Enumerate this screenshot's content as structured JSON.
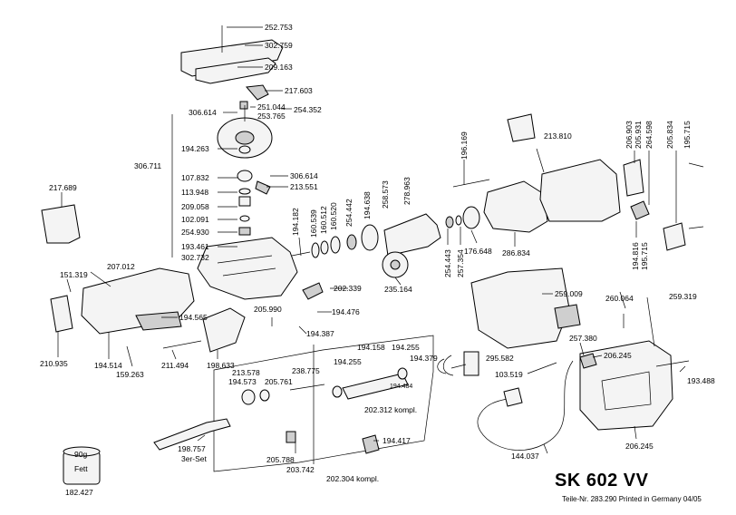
{
  "title": "SK 602 VV",
  "footer": "Teile-Nr. 283.290 Printed in Germany 04/05",
  "grease": {
    "weight": "90g",
    "name": "Fett",
    "number": "182.427"
  },
  "labels": [
    {
      "id": "p252753",
      "text": "252.753"
    },
    {
      "id": "p302759",
      "text": "302.759"
    },
    {
      "id": "p209163",
      "text": "209.163"
    },
    {
      "id": "p217603",
      "text": "217.603"
    },
    {
      "id": "p251044",
      "text": "251.044"
    },
    {
      "id": "p254352",
      "text": "254.352"
    },
    {
      "id": "p306614a",
      "text": "306.614"
    },
    {
      "id": "p253765",
      "text": "253.765"
    },
    {
      "id": "p194263",
      "text": "194.263"
    },
    {
      "id": "p306711",
      "text": "306.711"
    },
    {
      "id": "p107832",
      "text": "107.832"
    },
    {
      "id": "p306614b",
      "text": "306.614"
    },
    {
      "id": "p213551",
      "text": "213.551"
    },
    {
      "id": "p113948",
      "text": "113.948"
    },
    {
      "id": "p209058",
      "text": "209.058"
    },
    {
      "id": "p102091",
      "text": "102.091"
    },
    {
      "id": "p254930",
      "text": "254.930"
    },
    {
      "id": "p193461",
      "text": "193.461"
    },
    {
      "id": "p302732",
      "text": "302.732"
    },
    {
      "id": "p217689",
      "text": "217.689"
    },
    {
      "id": "p207012",
      "text": "207.012"
    },
    {
      "id": "p151319",
      "text": "151.319"
    },
    {
      "id": "p194565",
      "text": "194.565"
    },
    {
      "id": "p205990",
      "text": "205.990"
    },
    {
      "id": "p194387",
      "text": "194.387"
    },
    {
      "id": "p198633",
      "text": "198.633"
    },
    {
      "id": "p210935",
      "text": "210.935"
    },
    {
      "id": "p194514",
      "text": "194.514"
    },
    {
      "id": "p159263",
      "text": "159.263"
    },
    {
      "id": "p211494",
      "text": "211.494"
    },
    {
      "id": "p194182",
      "text": "194.182"
    },
    {
      "id": "p160539",
      "text": "160.539"
    },
    {
      "id": "p160512",
      "text": "160.512"
    },
    {
      "id": "p160520",
      "text": "160.520"
    },
    {
      "id": "p254442",
      "text": "254.442"
    },
    {
      "id": "p194638",
      "text": "194.638"
    },
    {
      "id": "p258573",
      "text": "258.573"
    },
    {
      "id": "p278963",
      "text": "278.963"
    },
    {
      "id": "p202339",
      "text": "202.339"
    },
    {
      "id": "p235164",
      "text": "235.164"
    },
    {
      "id": "p196169",
      "text": "196.169"
    },
    {
      "id": "p213810",
      "text": "213.810"
    },
    {
      "id": "p206903",
      "text": "206.903"
    },
    {
      "id": "p205931",
      "text": "205.931"
    },
    {
      "id": "p264598",
      "text": "264.598"
    },
    {
      "id": "p205834",
      "text": "205.834"
    },
    {
      "id": "p195715a",
      "text": "195.715"
    },
    {
      "id": "p254443",
      "text": "254.443"
    },
    {
      "id": "p257354",
      "text": "257.354"
    },
    {
      "id": "p176648",
      "text": "176.648"
    },
    {
      "id": "p286834",
      "text": "286.834"
    },
    {
      "id": "p194816",
      "text": "194.816"
    },
    {
      "id": "p195715b",
      "text": "195.715"
    },
    {
      "id": "p259009",
      "text": "259.009"
    },
    {
      "id": "p260064",
      "text": "260.064"
    },
    {
      "id": "p259319",
      "text": "259.319"
    },
    {
      "id": "p194476",
      "text": "194.476"
    },
    {
      "id": "p257380",
      "text": "257.380"
    },
    {
      "id": "p206245a",
      "text": "206.245"
    },
    {
      "id": "p295582",
      "text": "295.582"
    },
    {
      "id": "p103519",
      "text": "103.519"
    },
    {
      "id": "p193488",
      "text": "193.488"
    },
    {
      "id": "p206245b",
      "text": "206.245"
    },
    {
      "id": "p213578",
      "text": "213.578"
    },
    {
      "id": "p238775",
      "text": "238.775"
    },
    {
      "id": "p194158",
      "text": "194.158"
    },
    {
      "id": "p194255a",
      "text": "194.255"
    },
    {
      "id": "p194255b",
      "text": "194.255"
    },
    {
      "id": "p194379",
      "text": "194.379"
    },
    {
      "id": "p194573",
      "text": "194.573"
    },
    {
      "id": "p205761",
      "text": "205.761"
    },
    {
      "id": "p194484",
      "text": "194.484"
    },
    {
      "id": "p202312",
      "text": "202.312 kompl."
    },
    {
      "id": "p198757",
      "text": "198.757"
    },
    {
      "id": "p3erset",
      "text": "3er-Set"
    },
    {
      "id": "p194417",
      "text": "194.417"
    },
    {
      "id": "p205788",
      "text": "205.788"
    },
    {
      "id": "p203742",
      "text": "203.742"
    },
    {
      "id": "p202304",
      "text": "202.304 kompl."
    },
    {
      "id": "p144037",
      "text": "144.037"
    }
  ]
}
